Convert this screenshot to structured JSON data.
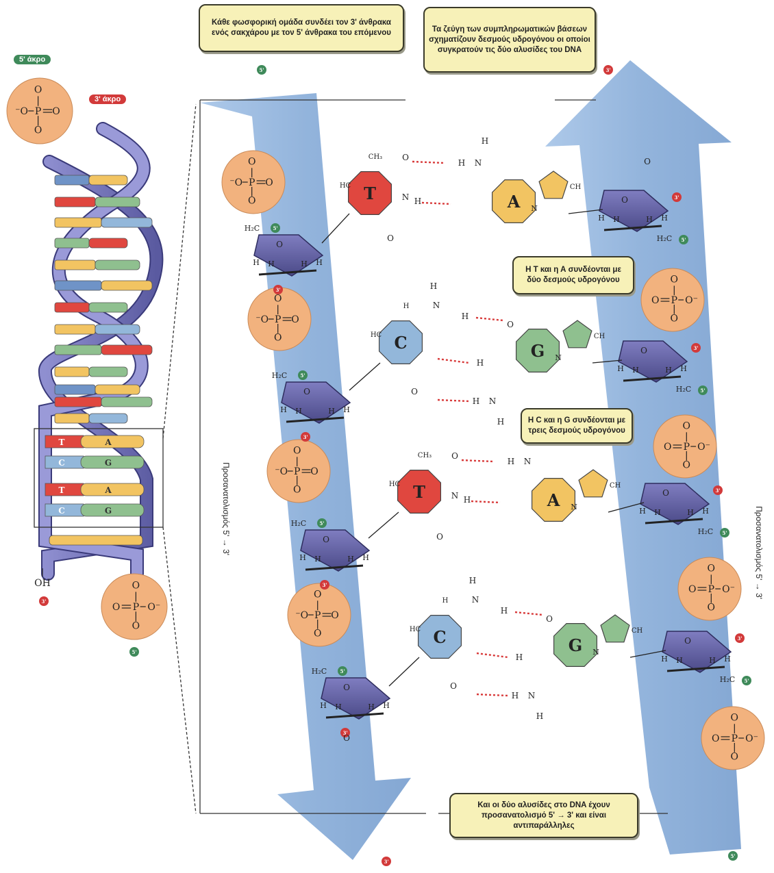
{
  "end_labels": {
    "five_prime_end": "5' άκρο",
    "three_prime_end": "3' άκρο"
  },
  "marks": {
    "five": "5'",
    "three": "3'"
  },
  "atoms": {
    "O": "O",
    "P": "P",
    "H": "H",
    "C": "C",
    "N": "N",
    "OH": "OH",
    "CH": "CH",
    "HC": "HC",
    "CH3": "CH₃",
    "H3C": "H₃C",
    "H2C": "H₂C",
    "minus_O": "⁻O",
    "O_minus": "O⁻",
    "dash_O": "-O"
  },
  "helix_pairs": [
    {
      "left": "T",
      "right": "A"
    },
    {
      "left": "C",
      "right": "G"
    },
    {
      "left": "T",
      "right": "A"
    },
    {
      "left": "C",
      "right": "G"
    }
  ],
  "bases": {
    "T": "T",
    "A": "A",
    "C": "C",
    "G": "G"
  },
  "callouts": {
    "phosphate": "Κάθε φωσφορική ομάδα συνδέει τον 3' άνθρακα ενός σακχάρου με τον 5' άνθρακα του επόμενου",
    "pairs": "Τα ζεύγη των συμπληρωματικών βάσεων σχηματίζουν δεσμούς υδρογόνου οι οποίοι συγκρατούν τις δύο αλυσίδες του DNA",
    "ta": "Η Τ και η Α συνδέονται με δύο δεσμούς υδρογόνου",
    "cg": "Η C και η G συνδέονται με τρεις δεσμούς υδρογόνου",
    "antiparallel": "Και οι δύο αλυσίδες στο DNA έχουν προσανατολισμό 5' → 3' και είναι αντιπαράλληλες"
  },
  "orientation": {
    "left": "Προσανατολισμός 5' → 3'",
    "right": "Προσανατολισμός 5' → 3'"
  },
  "colors": {
    "backbone_blue": "#8fb2dc",
    "phosphate": "#f2b27e",
    "sugar": "#5d5c9c",
    "thymine": "#e0473f",
    "adenine": "#f2c462",
    "cytosine": "#93b7da",
    "guanine": "#8fc08f",
    "hbond": "#d83a3a",
    "callout_bg": "#f7f1b8",
    "five_badge": "#3f8a5a",
    "three_badge": "#d23a3a"
  }
}
